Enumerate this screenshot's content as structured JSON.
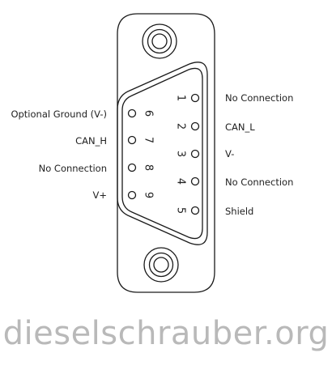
{
  "connector": {
    "pins": [
      {
        "number": "1",
        "label": "No Connection"
      },
      {
        "number": "2",
        "label": "CAN_L"
      },
      {
        "number": "3",
        "label": "V-"
      },
      {
        "number": "4",
        "label": "No Connection"
      },
      {
        "number": "5",
        "label": "Shield"
      },
      {
        "number": "6",
        "label": "Optional Ground (V-)"
      },
      {
        "number": "7",
        "label": "CAN_H"
      },
      {
        "number": "8",
        "label": "No Connection"
      },
      {
        "number": "9",
        "label": "V+"
      }
    ]
  },
  "watermark": {
    "text": "dieselschrauber.org"
  },
  "colors": {
    "line": "#1a1a1a",
    "watermark": "#b9b9b9"
  }
}
